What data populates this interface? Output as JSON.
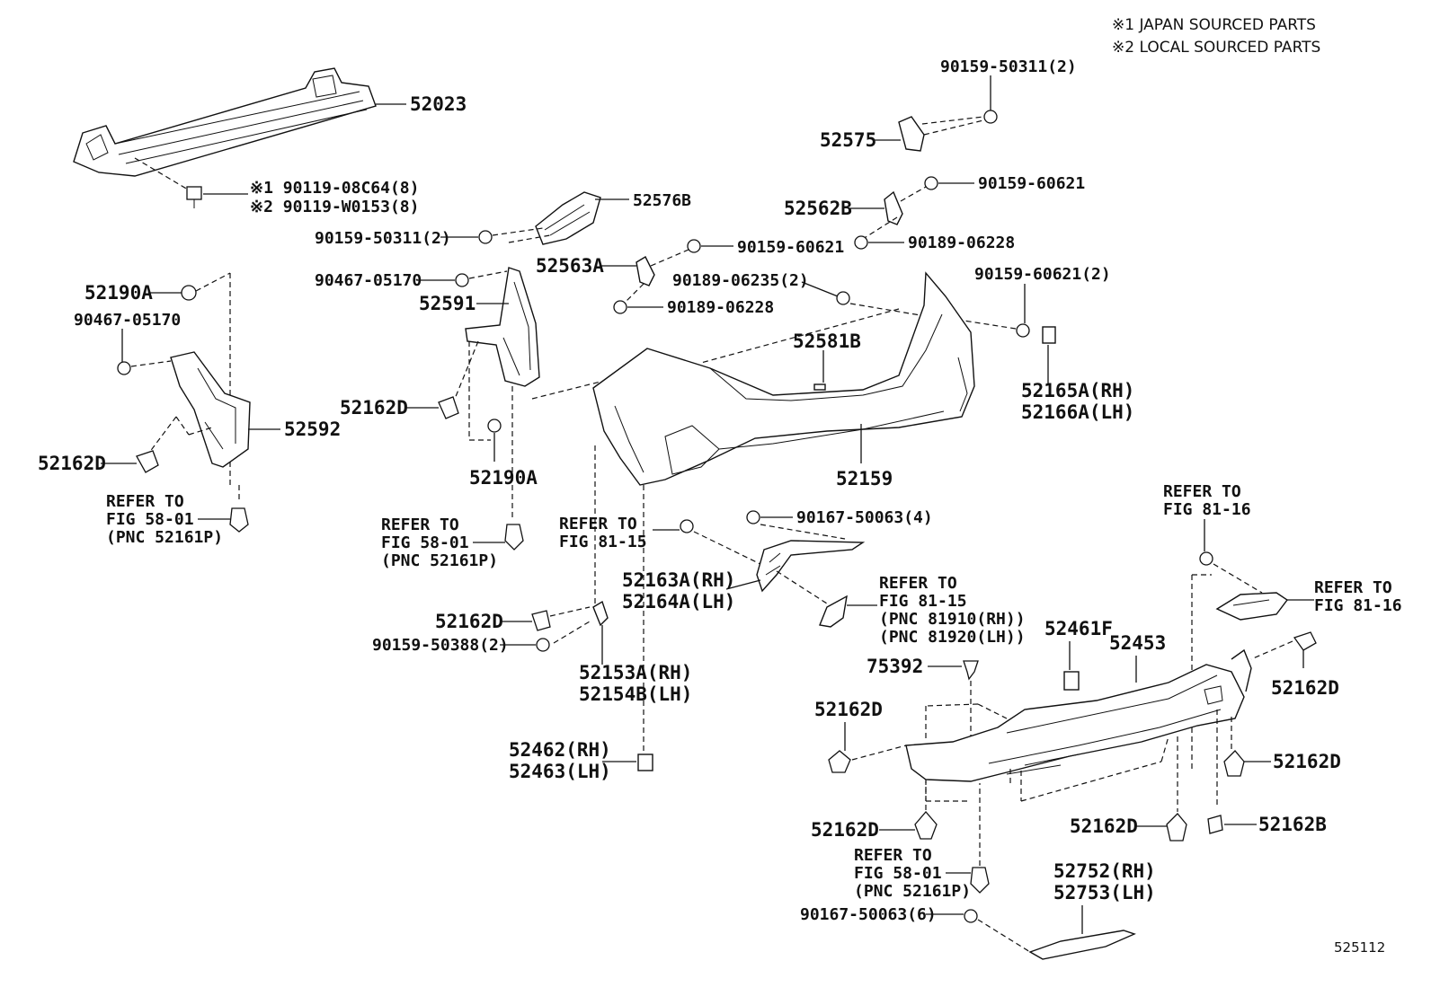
{
  "legend": {
    "note1": "※1  JAPAN SOURCED PARTS",
    "note2": "※2  LOCAL SOURCED PARTS"
  },
  "figure_code": "525112",
  "labels": {
    "p52023": "52023",
    "p90119a": "※1 90119-08C64(8)",
    "p90119b": "※2 90119-W0153(8)",
    "p52576B": "52576B",
    "p90159_50311_2a": "90159-50311(2)",
    "p90159_50311_2b": "90159-50311(2)",
    "p52575": "52575",
    "p90159_60621a": "90159-60621",
    "p52562B": "52562B",
    "p90189_06228a": "90189-06228",
    "p90159_60621b": "90159-60621",
    "p52563A": "52563A",
    "p90189_06235": "90189-06235(2)",
    "p90189_06228b": "90189-06228",
    "p90159_60621_2": "90159-60621(2)",
    "p52190A_a": "52190A",
    "p90467_a": "90467-05170",
    "p90467_b": "90467-05170",
    "p52591": "52591",
    "p52581B": "52581B",
    "p52165A": "52165A(RH)",
    "p52166A": "52166A(LH)",
    "p52162D_a": "52162D",
    "p52162D_b": "52162D",
    "p52592": "52592",
    "p52159": "52159",
    "p52190A_b": "52190A",
    "refer1_a": "REFER TO",
    "refer1_b": "FIG 58-01",
    "refer1_c": "(PNC 52161P)",
    "refer2_a": "REFER TO",
    "refer2_b": "FIG 58-01",
    "refer2_c": "(PNC 52161P)",
    "refer3_a": "REFER TO",
    "refer3_b": "FIG 81-15",
    "p90167_4": "90167-50063(4)",
    "refer4_a": "REFER TO",
    "refer4_b": "FIG 81-16",
    "refer5_a": "REFER TO",
    "refer5_b": "FIG 81-16",
    "p52163A": "52163A(RH)",
    "p52164A": "52164A(LH)",
    "refer6_a": "REFER TO",
    "refer6_b": "FIG 81-15",
    "refer6_c": "(PNC 81910(RH))",
    "refer6_d": "(PNC 81920(LH))",
    "p52162D_c": "52162D",
    "p90159_50388": "90159-50388(2)",
    "p52461F": "52461F",
    "p52453": "52453",
    "p52153A": "52153A(RH)",
    "p52154B": "52154B(LH)",
    "p75392": "75392",
    "p52162D_d": "52162D",
    "p52162D_e": "52162D",
    "p52162D_f": "52162D",
    "p52462": "52462(RH)",
    "p52463": "52463(LH)",
    "p52162D_g": "52162D",
    "p52162D_h": "52162D",
    "p52162B": "52162B",
    "refer7_a": "REFER TO",
    "refer7_b": "FIG 58-01",
    "refer7_c": "(PNC 52161P)",
    "p52752": "52752(RH)",
    "p52753": "52753(LH)",
    "p90167_6": "90167-50063(6)"
  }
}
